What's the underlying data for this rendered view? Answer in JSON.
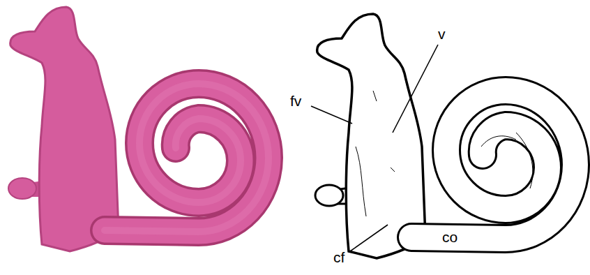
{
  "diagram": {
    "labels": [
      "v",
      "fv",
      "cf",
      "co"
    ]
  }
}
